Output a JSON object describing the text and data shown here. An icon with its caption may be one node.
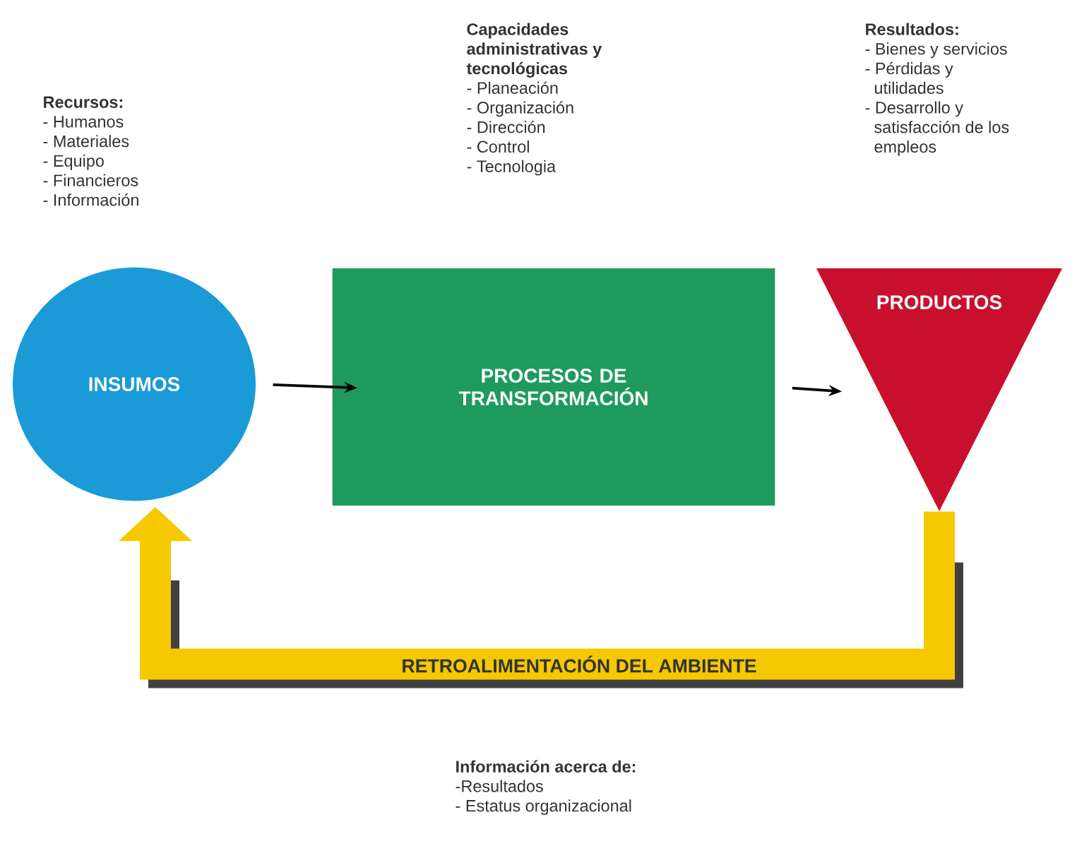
{
  "diagram": {
    "nodes": [
      {
        "text": [
          "INSUMOS"
        ],
        "beside": [
          "Recursos:",
          "- Humanos",
          "- Materiales",
          "- Equipo",
          "- Financieros",
          "- Información"
        ]
      },
      {
        "text": [
          "PROCESOS DE TRANSFORMACIÓN"
        ],
        "beside": [
          "Capacidades administrativas y tecnológicas",
          "- Planeación",
          "- Organización",
          "- Dirección",
          "- Control",
          "- Tecnologia"
        ]
      },
      {
        "text": [
          "PRODUCTOS"
        ],
        "beside": [
          "Resultados:",
          "- Bienes y servicios",
          "- Pérdidas y utilidades",
          "- Desarrollo y satisfacción de los empleos"
        ]
      }
    ],
    "edges": [
      {
        "from": 0,
        "to": 1,
        "arrow": "to"
      },
      {
        "from": 1,
        "to": 2,
        "arrow": "to"
      },
      {
        "from": 2,
        "to": 0,
        "arrow": "to",
        "label": "RETROALIMENTACIÓN DEL AMBIENTE",
        "style": "thick",
        "color": "#f5c800"
      }
    ],
    "labels": [
      "Información acerca de:",
      "-Resultados",
      "- Estatus organizacional"
    ]
  }
}
